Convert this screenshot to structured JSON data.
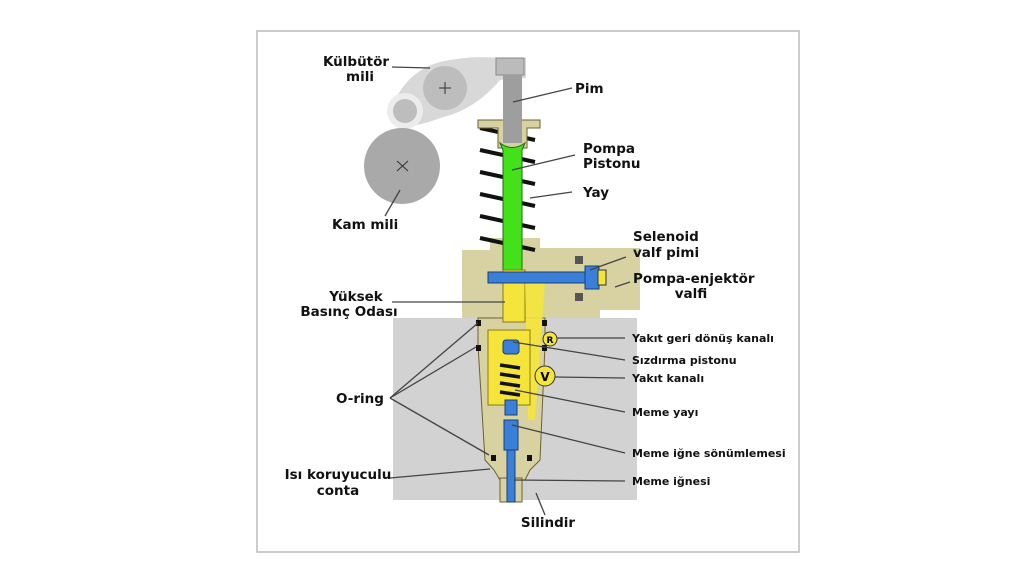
{
  "labels": {
    "kulbutor_1": "Külbütör",
    "kulbutor_2": "mili",
    "pim": "Pim",
    "pompa_1": "Pompa",
    "pompa_2": "Pistonu",
    "yay": "Yay",
    "kam": "Kam mili",
    "selenoid_1": "Selenoid",
    "selenoid_2": "valf pimi",
    "pe_1": "Pompa-enjektör",
    "pe_2": "valfi",
    "yuksek_1": "Yüksek",
    "yuksek_2": "Basınç Odası",
    "geri": "Yakıt geri dönüş kanalı",
    "sizdirma": "Sızdırma pistonu",
    "yakit": "Yakıt kanalı",
    "memeyay": "Meme yayı",
    "sonum": "Meme iğne sönümlemesi",
    "igne": "Meme iğnesi",
    "oring": "O-ring",
    "isi_1": "Isı koruyuculu",
    "isi_2": "conta",
    "silindir": "Silindir",
    "marker_r": "R",
    "marker_v": "V"
  },
  "colors": {
    "piston": "#44e01a",
    "fuel_high": "#f5e53a",
    "valve": "#3a7fd8",
    "body": "#d8d2a2",
    "cylinder": "#d2d2d2"
  }
}
